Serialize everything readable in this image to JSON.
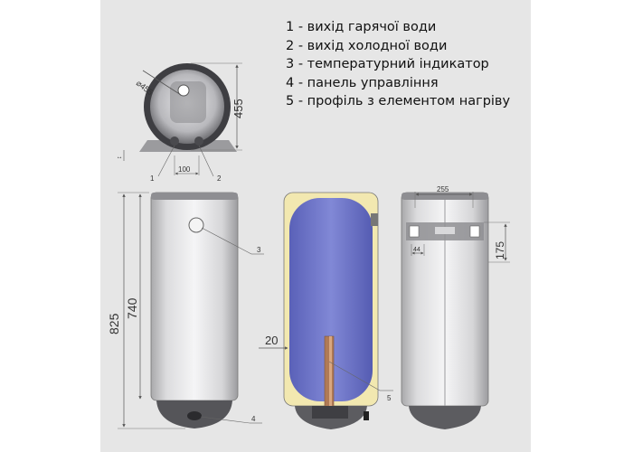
{
  "legend": [
    "1 - вихід гарячої води",
    "2 - вихід холодної води",
    "3 - температурний індикатор",
    "4 - панель управління",
    "5 - профіль з елементом нагріву"
  ],
  "dimensions": {
    "top_diameter": "⌀455",
    "top_depth": "455",
    "pipe_spacing": "100",
    "total_height": "825",
    "body_height": "740",
    "element_offset": "20",
    "bracket_width": "255",
    "bracket_gap": "44",
    "bracket_height": "175"
  },
  "callouts": {
    "hot_outlet": "1",
    "cold_outlet": "2",
    "temp_indicator": "3",
    "control_panel": "4",
    "heating_profile": "5"
  },
  "colors": {
    "panel_bg": "#e6e6e6",
    "tank_inner": "#6f76c7",
    "insulation": "#f2e8b0",
    "heater_rod": "#b07a55"
  }
}
